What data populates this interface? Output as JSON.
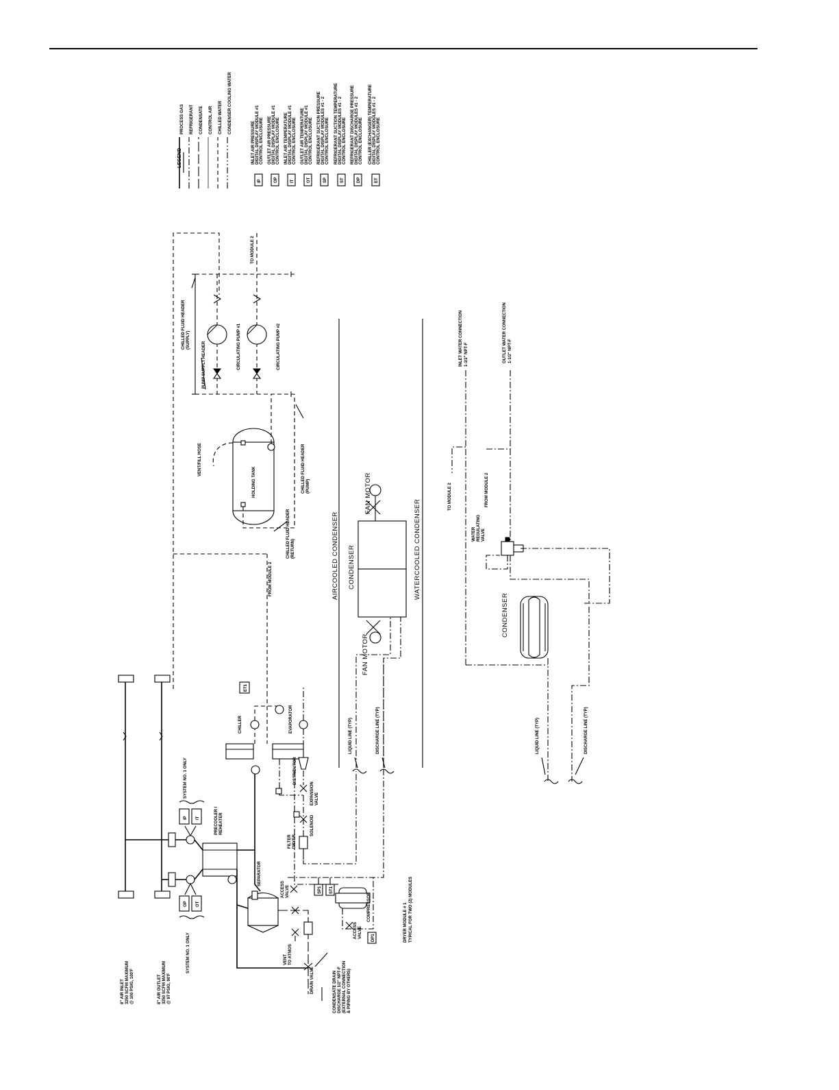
{
  "legend": {
    "title": "LEGEND",
    "lines": [
      {
        "style": "solid",
        "label": "PROCESS GAS"
      },
      {
        "style": "dashdot",
        "label": "REFRIGERANT"
      },
      {
        "style": "dash-long",
        "label": "CONDENSATE"
      },
      {
        "style": "thin",
        "label": "CONTROL AIR"
      },
      {
        "style": "dash",
        "label": "CHILLED WATER"
      },
      {
        "style": "dashdotdot",
        "label": "CONDENSER COOLING WATER"
      }
    ],
    "symbols": [
      {
        "tag": "IP",
        "l1": "INLET AIR PRESSURE",
        "l2": "DIGITAL DISPLAY MODULE #1",
        "l3": "CONTROL ENCLOSURE"
      },
      {
        "tag": "OP",
        "l1": "OUTLET AIR PRESSURE",
        "l2": "DIGITAL DISPLAY MODULE #1",
        "l3": "CONTROL ENCLOSURE"
      },
      {
        "tag": "IT",
        "l1": "INLET AIR TEMPERATURE",
        "l2": "DIGITAL DISPLAY MODULE #1",
        "l3": "CONTROL ENCLOSURE"
      },
      {
        "tag": "OT",
        "l1": "OUTLET AIR TEMPERATURE",
        "l2": "DIGITAL DISPLAY MODULE #1",
        "l3": "CONTROL ENCLOSURE"
      },
      {
        "tag": "SP",
        "l1": "REFRIGERANT SUCTION PRESSURE",
        "l2": "DIGITAL DISPLAY MODULES #1 - 2",
        "l3": "CONTROL ENCLOSURE"
      },
      {
        "tag": "ST",
        "l1": "REFRIGERANT SUCTION TEMPERATURE",
        "l2": "DIGITAL DISPLAY MODULES #1 - 2",
        "l3": "CONTROL ENCLOSURE"
      },
      {
        "tag": "DP",
        "l1": "REFRIGERANT DISCHARGE PRESSURE",
        "l2": "DIGITAL DISPLAY MODULES #1 - 2",
        "l3": "CONTROL ENCLOSURE"
      },
      {
        "tag": "ET",
        "l1": "CHILLER (EXCHANGER) TEMPERATURE",
        "l2": "DIGITAL DISPLAY MODULES #1 - 2",
        "l3": "CONTROL ENCLOSURE"
      }
    ]
  },
  "labels": {
    "air_inlet": [
      "8\" AIR INLET",
      "3250 SCFM MAXIMUM",
      "@ 100 PSIG, 100'F"
    ],
    "air_outlet": [
      "8\" AIR OUTLET",
      "3250 SCFM MAXIMUM",
      "@ 97 PSIG, 90'F"
    ],
    "system_only_bottom": "SYSTEM NO. 1 ONLY",
    "system_only_top": "SYSTEM NO. 1 ONLY",
    "precooler": [
      "PRECOOLER /",
      "REHEATER"
    ],
    "separator": "SEPARATOR",
    "chiller": "CHILLER",
    "evaporator": "EVAPORATOR",
    "distributor": "DISTRIBUTOR",
    "expansion_valve": [
      "EXPANSION",
      "VALVE"
    ],
    "solenoid": "SOLENOID",
    "filter_dryer": [
      "FILTER",
      "DRYER"
    ],
    "access_valve_1": [
      "ACCESS",
      "VALVE"
    ],
    "access_valve_2": [
      "ACCESS",
      "VALVE"
    ],
    "compressor": "COMPRESSOR",
    "vent_atmos": [
      "VENT",
      "TO ATMOS"
    ],
    "drain_valve": "DRAIN VALVE",
    "condensate_drain": [
      "CONDENSATE DRAIN",
      "DISCHARGE 1/2\" NPT-F",
      "(EXTERNAL CONNECTION",
      "& PIPING BY OTHERS)"
    ],
    "dryer_module": [
      "DRYER MODULE # 1",
      "TYPICAL FOR TWO (2) MODULES"
    ],
    "from_module_2_a": "FROM MODULE 2",
    "chilled_return": [
      "CHILLED FLUID HEADER",
      "(RETURN)"
    ],
    "holding_tank": "HOLDING TANK",
    "vent_fill_hose": "VENT/FILL HOSE",
    "chilled_pump": [
      "CHILLED FLUID HEADER",
      "(PUMP)"
    ],
    "pump_supply_header": "PUMP SUPPLY HEADER",
    "circ_pump_1": "CIRCULATING PUMP #1",
    "circ_pump_2": "CIRCULATING PUMP #2",
    "chilled_supply": [
      "CHILLED FLUID HEADER",
      "(SUPPLY)"
    ],
    "to_module_2_a": "TO MODULE 2",
    "liquid_line_a": "LIQUID LINE (TYP)",
    "discharge_line_a": "DISCHARGE LINE (TYP)",
    "aircooled": "AIRCOOLED CONDENSER",
    "condenser_air": "CONDENSER",
    "fan_motor_1": "FAN MOTOR",
    "fan_motor_2": "FAN MOTOR",
    "watercooled": "WATERCOOLED CONDENSER",
    "to_module_2_b": "TO MODULE 2",
    "water_reg_valve": [
      "WATER",
      "REGULATING",
      "VALVE"
    ],
    "from_module_2_b": "FROM MODULE 2",
    "condenser_water": "CONDENSER",
    "inlet_water": [
      "INLET WATER CONNECTION",
      "1-1/2\" NPT-F"
    ],
    "outlet_water": [
      "OUTLET WATER CONNECTION",
      "1-1/2\" NPT-F"
    ],
    "liquid_line_b": "LIQUID LINE (TYP)",
    "discharge_line_b": "DISCHARGE LINE (TYP)",
    "inst_ip": "IP",
    "inst_it": "IT",
    "inst_op": "OP",
    "inst_ot": "OT",
    "inst_et": "ET1",
    "inst_sp": "SP1",
    "inst_st": "ST1",
    "inst_dp": "DP1"
  }
}
